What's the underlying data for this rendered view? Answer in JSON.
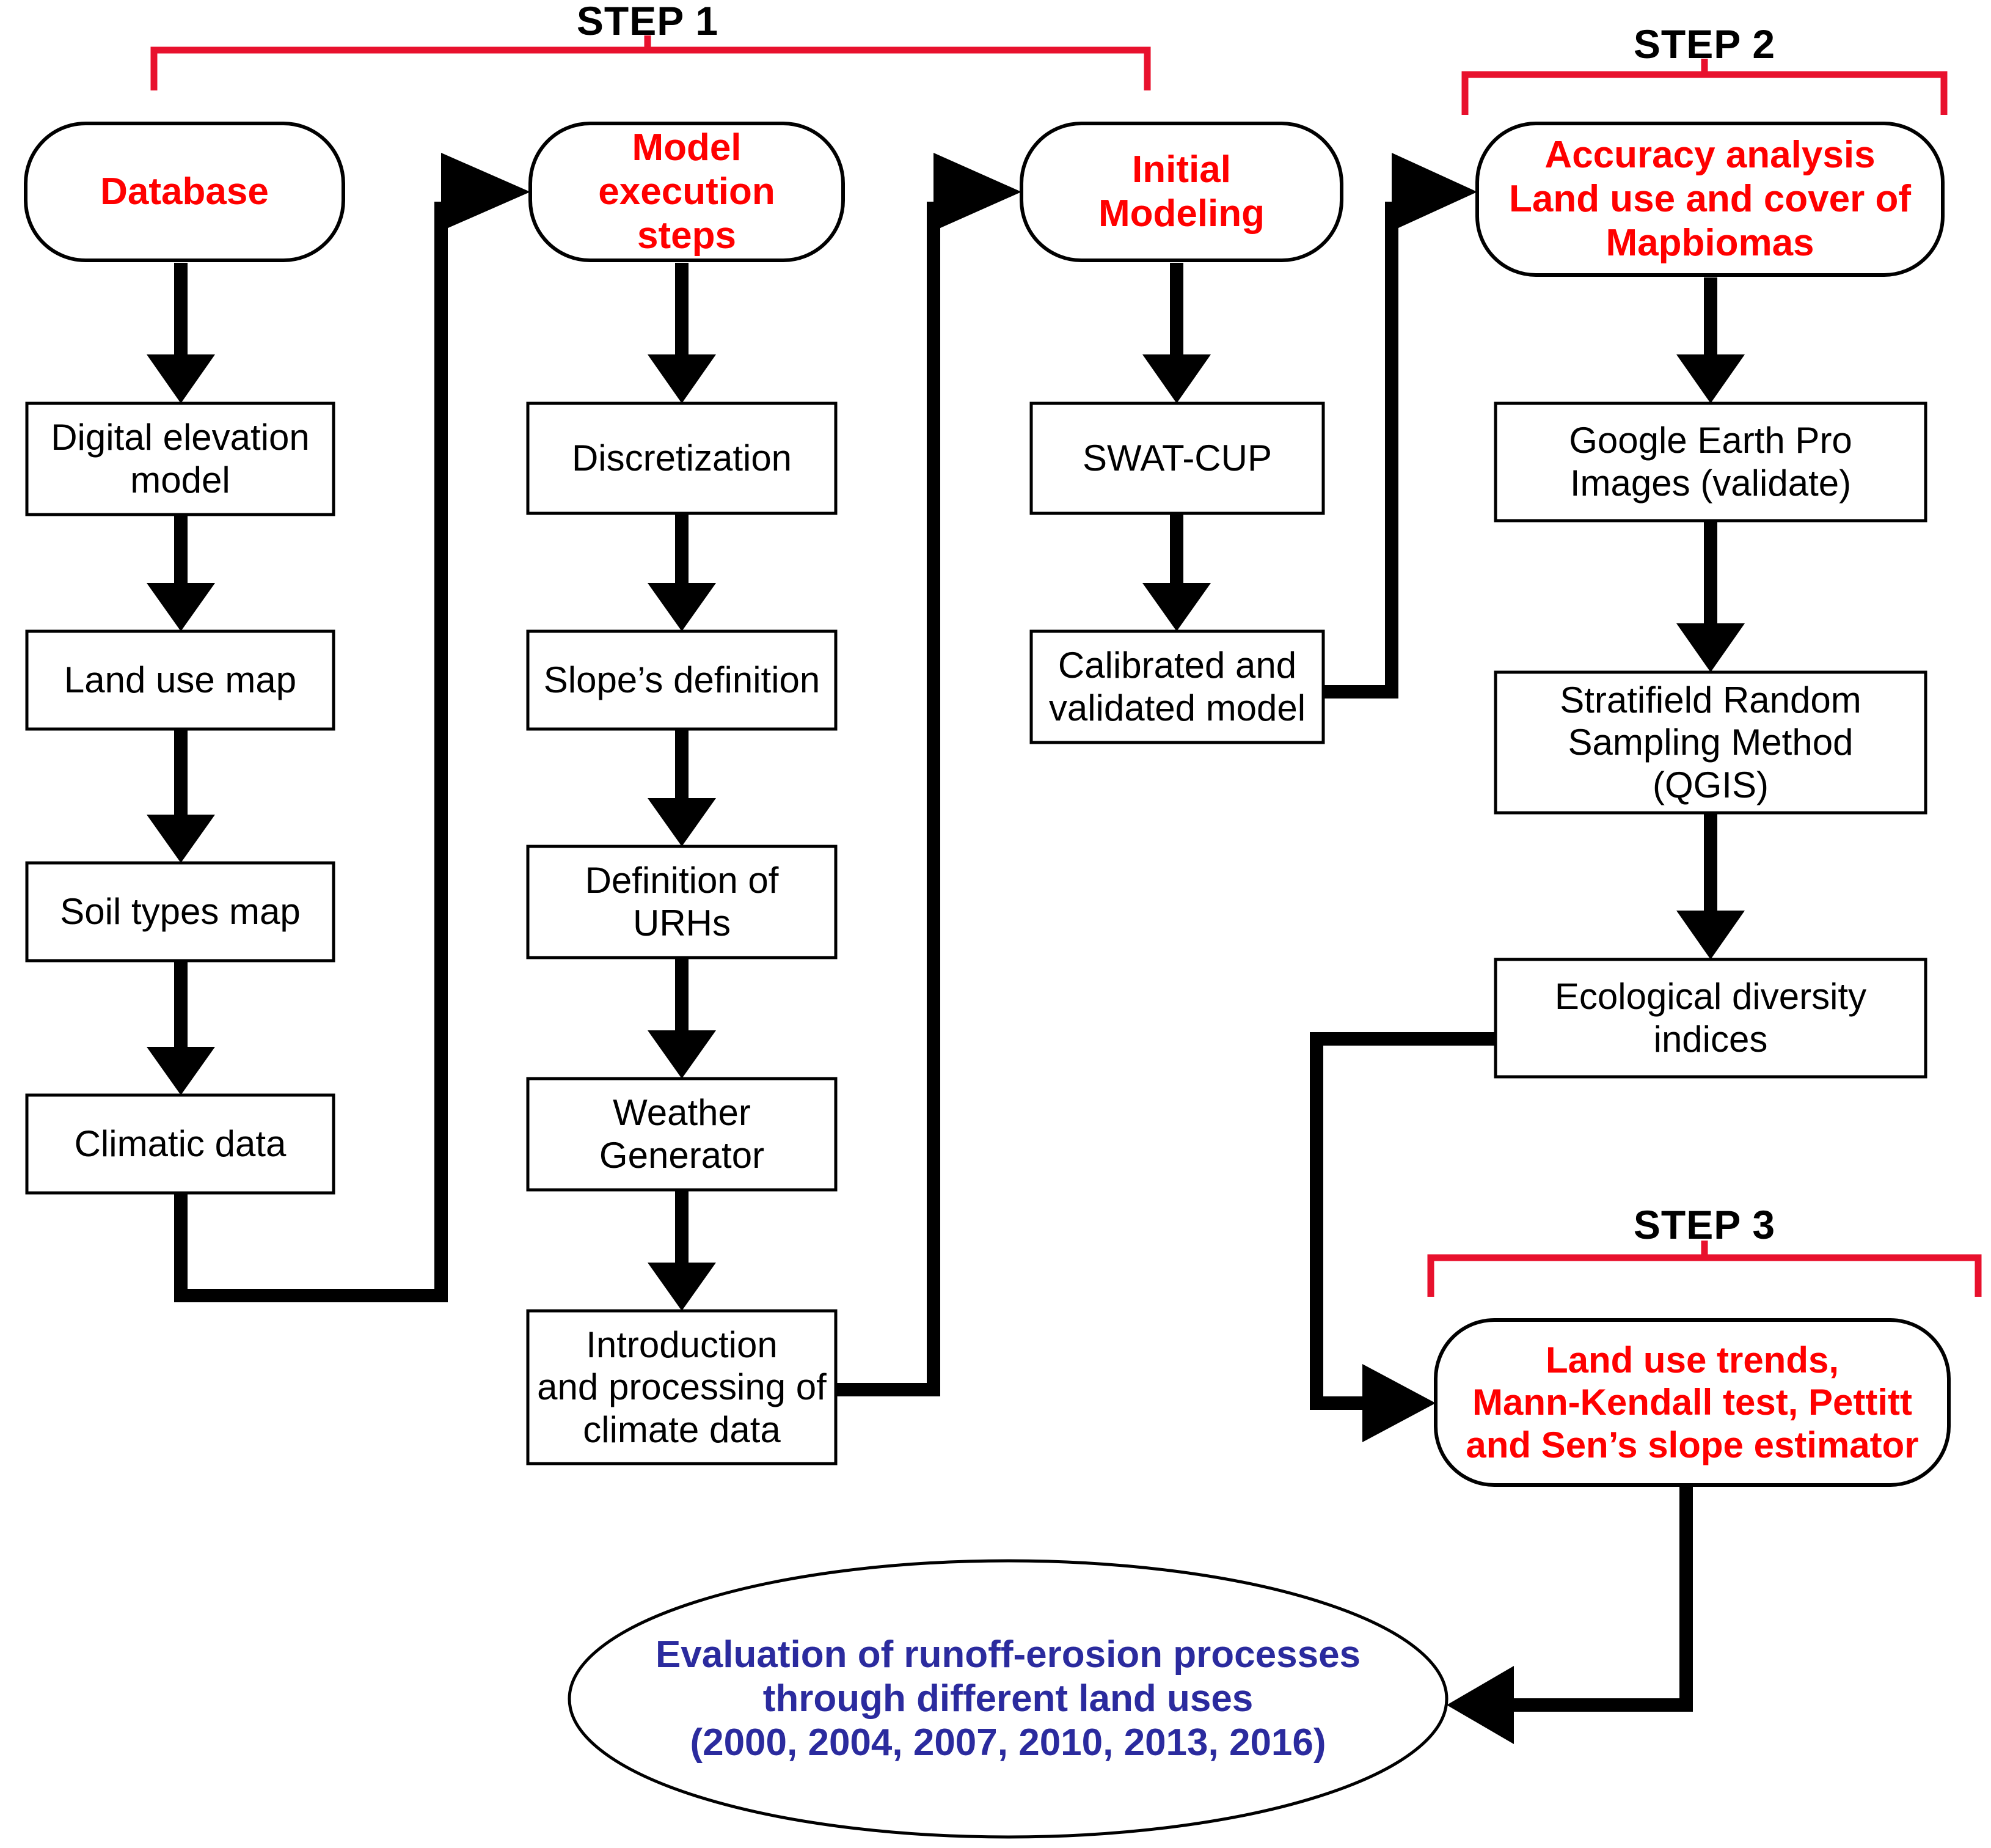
{
  "diagram": {
    "title": "Methodological flowchart of runoff-erosion evaluation",
    "colors": {
      "process_text": "#ff0000",
      "bracket": "#e8112d",
      "box_text": "#000000",
      "outcome_text": "#2b2b9e",
      "stroke": "#000000",
      "background": "#ffffff"
    },
    "step_labels": {
      "step1": "STEP 1",
      "step2": "STEP 2",
      "step3": "STEP 3"
    },
    "stages": {
      "database": "Database",
      "model_execution": "Model\nexecution\nsteps",
      "initial_modeling": "Initial\nModeling",
      "accuracy_analysis": "Accuracy analysis\nLand use and cover of\nMapbiomas",
      "land_use_trends": "Land use trends,\nMann-Kendall test, Pettitt\nand Sen’s slope estimator"
    },
    "column1": [
      "Digital elevation\nmodel",
      "Land use map",
      "Soil types map",
      "Climatic data"
    ],
    "column2": [
      "Discretization",
      "Slope’s definition",
      "Definition of\nURHs",
      "Weather\nGenerator",
      "Introduction\nand processing of\nclimate data"
    ],
    "column3": [
      "SWAT-CUP",
      "Calibrated and\nvalidated model"
    ],
    "column4": [
      "Google Earth Pro\nImages (validate)",
      "Stratifield Random\nSampling Method\n(QGIS)",
      "Ecological diversity\nindices"
    ],
    "outcome": "Evaluation of runoff-erosion processes\nthrough different land uses\n(2000, 2004, 2007, 2010, 2013, 2016)"
  }
}
